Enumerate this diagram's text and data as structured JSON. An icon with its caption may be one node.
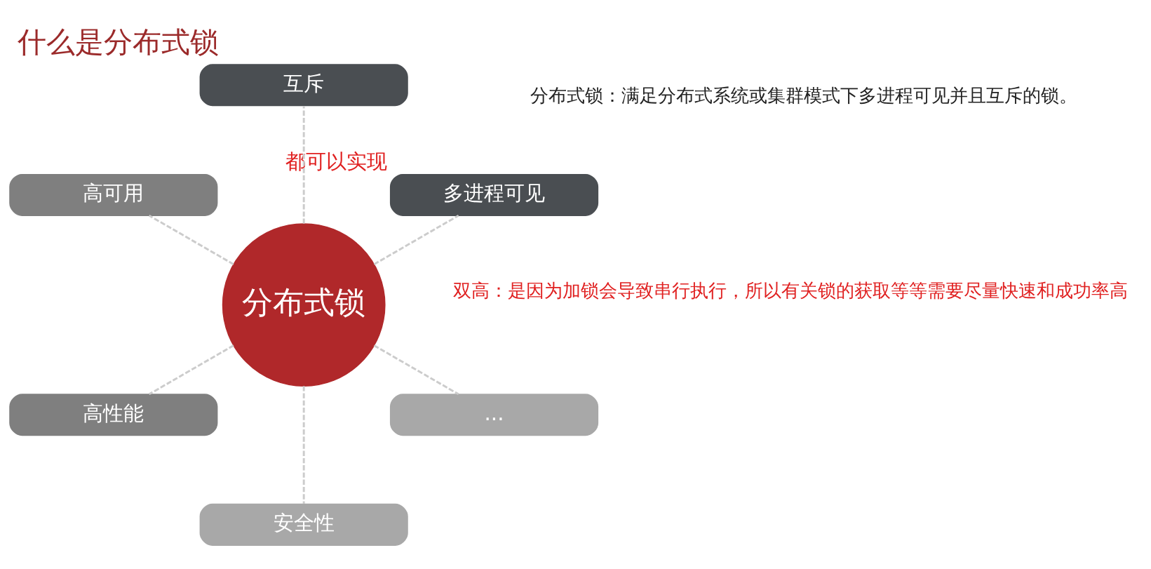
{
  "diagram": {
    "title": "什么是分布式锁",
    "nodes": [
      {
        "text": [
          "分布式锁"
        ]
      },
      {
        "text": [
          "多进程可见"
        ],
        "beside": [
          "都可以实现"
        ]
      },
      {
        "text": [
          "互斥"
        ]
      },
      {
        "text": [
          "高可用"
        ]
      },
      {
        "text": [
          "高性能"
        ]
      },
      {
        "text": [
          "安全性"
        ]
      },
      {
        "text": [
          "..."
        ]
      }
    ],
    "edges": [
      {
        "from": 0,
        "to": 1,
        "arrow": "none",
        "style": "dashed"
      },
      {
        "from": 0,
        "to": 2,
        "arrow": "none",
        "style": "dashed"
      },
      {
        "from": 0,
        "to": 3,
        "arrow": "none",
        "style": "dashed"
      },
      {
        "from": 0,
        "to": 4,
        "arrow": "none",
        "style": "dashed"
      },
      {
        "from": 0,
        "to": 5,
        "arrow": "none",
        "style": "dashed"
      },
      {
        "from": 0,
        "to": 6,
        "arrow": "none",
        "style": "dashed"
      }
    ],
    "labels": [
      "分布式锁：满足分布式系统或集群模式下多进程可见并且互斥的锁。",
      "双高：是因为加锁会导致串行执行，所以有关锁的获取等等需要尽量快速和成功率高"
    ]
  }
}
